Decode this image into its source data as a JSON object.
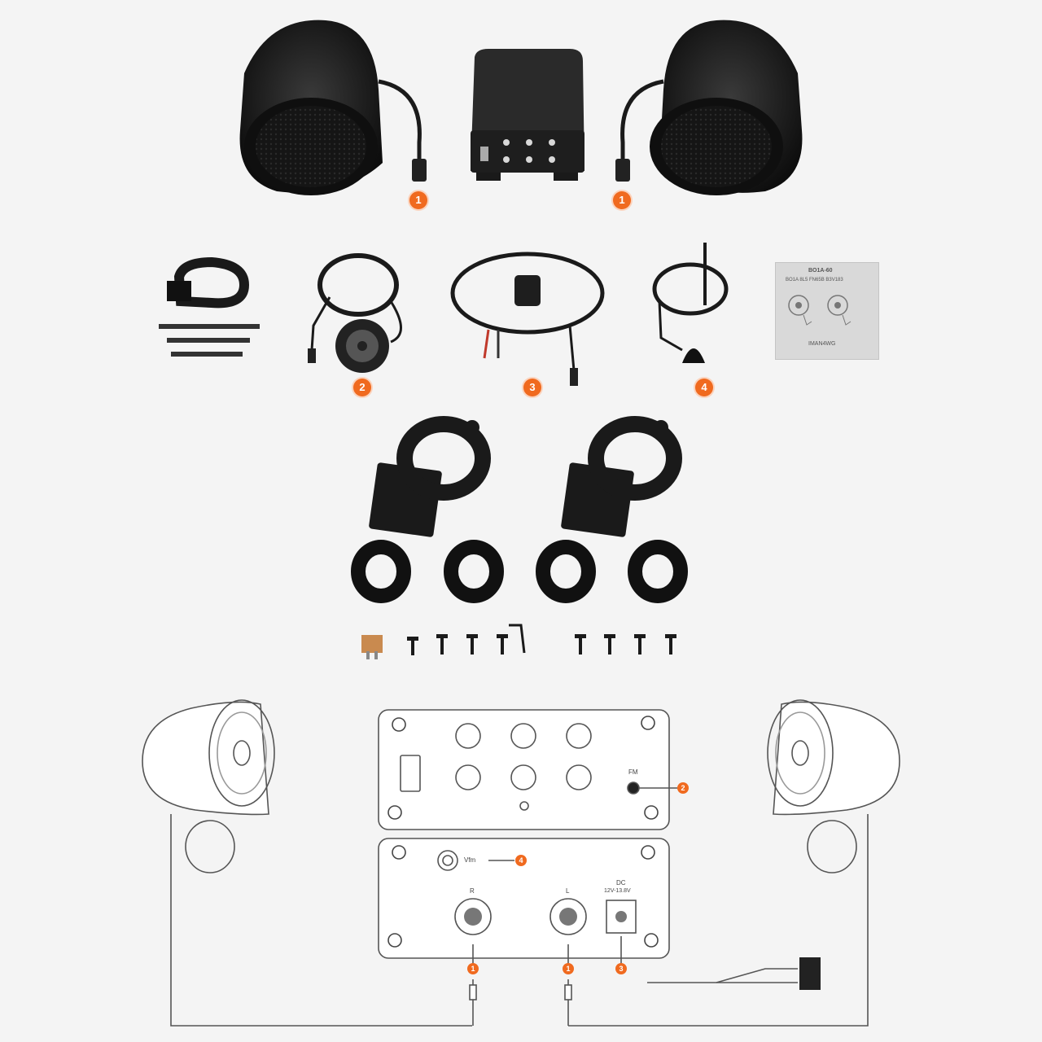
{
  "callouts": {
    "speaker_left": "1",
    "speaker_right": "1",
    "speaker_wire": "2",
    "power_harness": "3",
    "antenna": "4",
    "diagram_port_aux": "2",
    "diagram_port_antenna": "4",
    "diagram_out_left": "1",
    "diagram_out_right": "1",
    "diagram_power": "3"
  },
  "manual": {
    "title": "BO1A-60",
    "subtitle": "BO1A 8L5 FN65B B3V183",
    "footer": "IMAN4WG"
  },
  "diagram_labels": {
    "aux_label": "FM",
    "antenna_label": "Vfm",
    "out_left_label": "R",
    "out_right_label": "L",
    "power_label_top": "DC",
    "power_label_bottom": "12V-13.8V"
  },
  "colors": {
    "accent": "#f06a1f",
    "product_black": "#1c1c1c",
    "line_art": "#555555",
    "background": "#f4f4f4"
  }
}
